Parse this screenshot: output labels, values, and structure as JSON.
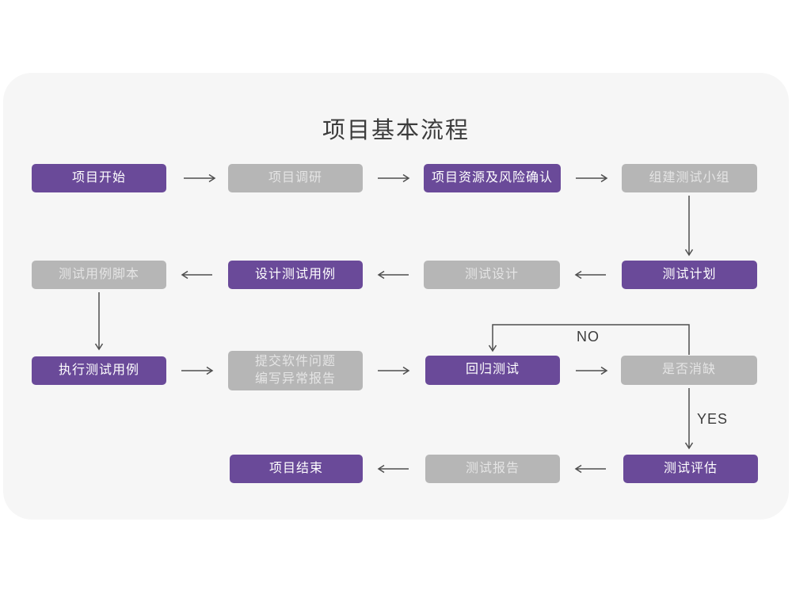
{
  "page": {
    "title": "项目基本流程"
  },
  "colors": {
    "purple": "#6a4a99",
    "gray": "#b6b6b6",
    "card": "#f6f6f6",
    "arrow": "#4f4f4f",
    "title": "#3c3c3c",
    "graytext": "#e4e4e4",
    "purpletext": "#ffffff"
  },
  "labels": {
    "no": "NO",
    "yes": "YES"
  },
  "nodes": {
    "start": {
      "label": "项目开始"
    },
    "research": {
      "label": "项目调研"
    },
    "risk": {
      "label": "项目资源及风险确认"
    },
    "team": {
      "label": "组建测试小组"
    },
    "case_script": {
      "label": "测试用例脚本"
    },
    "design_cases": {
      "label": "设计测试用例"
    },
    "test_design": {
      "label": "测试设计"
    },
    "test_plan": {
      "label": "测试计划"
    },
    "run_cases": {
      "label": "执行测试用例"
    },
    "submit_issue": {
      "label": "提交软件问题\n编写异常报告"
    },
    "regression": {
      "label": "回归测试"
    },
    "defect_cleared": {
      "label": "是否消缺"
    },
    "end": {
      "label": "项目结束"
    },
    "report": {
      "label": "测试报告"
    },
    "evaluate": {
      "label": "测试评估"
    }
  },
  "edges": [
    {
      "from": "项目开始",
      "to": "项目调研"
    },
    {
      "from": "项目调研",
      "to": "项目资源及风险确认"
    },
    {
      "from": "项目资源及风险确认",
      "to": "组建测试小组"
    },
    {
      "from": "组建测试小组",
      "to": "测试计划"
    },
    {
      "from": "测试计划",
      "to": "测试设计"
    },
    {
      "from": "测试设计",
      "to": "设计测试用例"
    },
    {
      "from": "设计测试用例",
      "to": "测试用例脚本"
    },
    {
      "from": "测试用例脚本",
      "to": "执行测试用例"
    },
    {
      "from": "执行测试用例",
      "to": "提交软件问题 编写异常报告"
    },
    {
      "from": "提交软件问题 编写异常报告",
      "to": "回归测试"
    },
    {
      "from": "回归测试",
      "to": "是否消缺"
    },
    {
      "from": "是否消缺",
      "to": "回归测试",
      "label": "NO"
    },
    {
      "from": "是否消缺",
      "to": "测试评估",
      "label": "YES"
    },
    {
      "from": "测试评估",
      "to": "测试报告"
    },
    {
      "from": "测试报告",
      "to": "项目结束"
    }
  ]
}
